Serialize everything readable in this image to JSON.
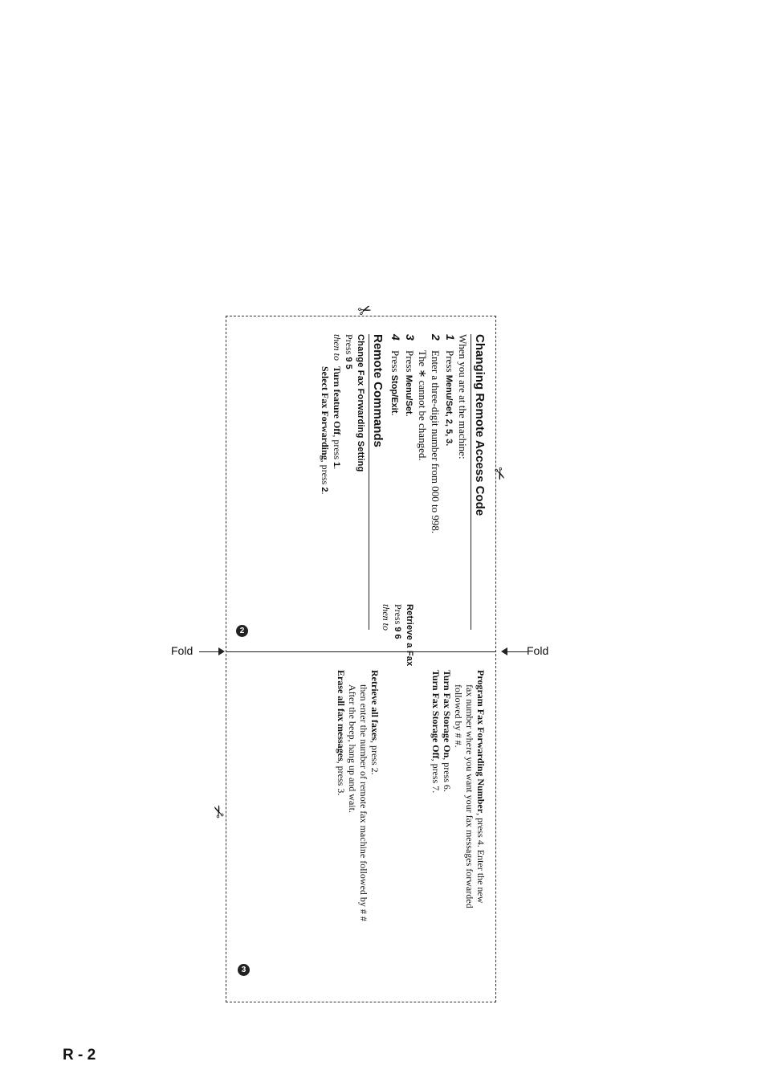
{
  "fold": {
    "left_label": "Fold",
    "right_label": "Fold"
  },
  "scissors": {
    "glyph": "✂"
  },
  "top_panel": {
    "title": "Changing Remote Access Code",
    "intro": "When you are at the machine:",
    "steps": [
      {
        "num": "1",
        "pre": "Press ",
        "key": "Menu/Set",
        "post": ", 2, 5, 3."
      },
      {
        "num": "2",
        "text": "Enter a three-digit number from 000 to 998.",
        "sub": "The ∗ cannot be changed."
      },
      {
        "num": "3",
        "pre": "Press ",
        "key": "Menu/Set",
        "post": "."
      },
      {
        "num": "4",
        "pre": "Press ",
        "key": "Stop/Exit",
        "post": "."
      }
    ],
    "section_title": "Remote Commands",
    "change_heading": "Change Fax Forwarding Setting",
    "change_press": "Press ",
    "change_code": "9 5",
    "then_to": "then to",
    "opt1_label": "Turn feature Off",
    "opt1_press": ", press ",
    "opt1_key": "1",
    "opt2_label": "Select Fax Forwarding",
    "opt2_press": ", press ",
    "opt2_key": "2",
    "page_marker": "2"
  },
  "bottom_panel": {
    "prog_label": "Program Fax Forwarding Number",
    "prog_text": ", press 4. Enter the new",
    "prog_line2": "fax number where you want your fax messages forwarded",
    "prog_line3": "followed by # #.",
    "storage_on_label": "Turn Fax Storage On",
    "storage_on_text": ", press 6.",
    "storage_off_label": "Turn Fax Storage Off",
    "storage_off_text": ", press 7.",
    "retrieve_heading": "Retrieve a Fax",
    "retrieve_press": "Press ",
    "retrieve_code": "9 6",
    "then_to": "then to",
    "retrieve_all_label": "Retrieve all faxes",
    "retrieve_all_text": ", press 2.",
    "retrieve_sub1": "then enter the number of remote fax machine followed by # #",
    "retrieve_sub2": "After the beep, hang up and wait.",
    "erase_label": "Erase all fax messages",
    "erase_text": ", press 3.",
    "page_marker": "3"
  },
  "page_number": "R - 2"
}
